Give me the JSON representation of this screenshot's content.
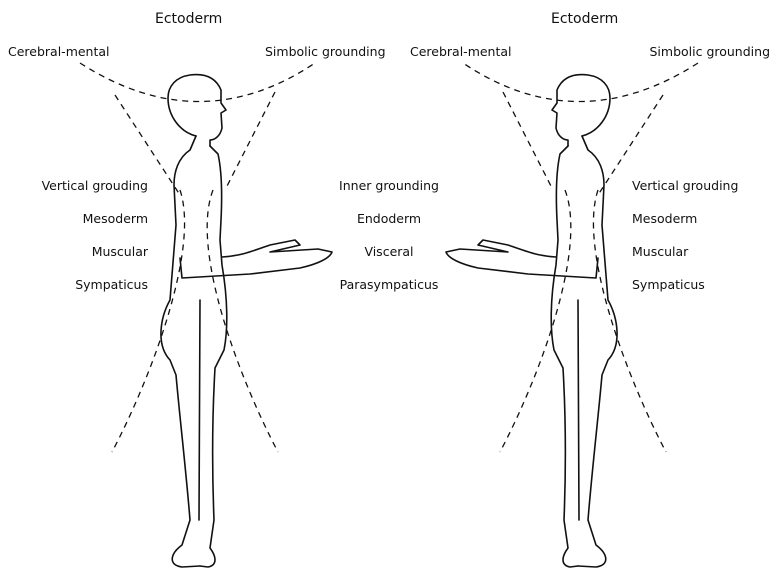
{
  "left_figure": {
    "top_label": "Ectoderm",
    "upper_left_label": "Cerebral-mental",
    "upper_right_label": "Simbolic grounding",
    "side_labels": [
      "Vertical grouding",
      "Mesoderm",
      "Muscular",
      "Sympaticus"
    ]
  },
  "center_labels": [
    "Inner grounding",
    "Endoderm",
    "Visceral",
    "Parasympaticus"
  ],
  "right_figure": {
    "top_label": "Ectoderm",
    "upper_left_label": "Cerebral-mental",
    "upper_right_label": "Simbolic grounding",
    "side_labels": [
      "Vertical grouding",
      "Mesoderm",
      "Muscular",
      "Sympaticus"
    ]
  }
}
